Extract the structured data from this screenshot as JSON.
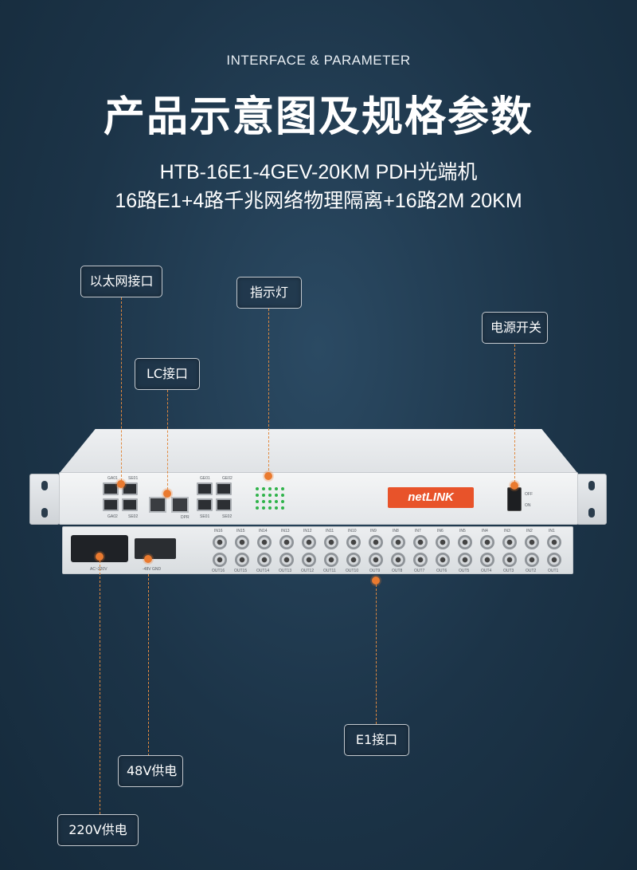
{
  "header": {
    "eyebrow": "INTERFACE & PARAMETER",
    "title": "产品示意图及规格参数",
    "model": "HTB-16E1-4GEV-20KM PDH光端机",
    "description": "16路E1+4路千兆网络物理隔离+16路2M 20KM"
  },
  "callouts": {
    "ethernet": "以太网接口",
    "indicator": "指示灯",
    "lc": "LC接口",
    "power_switch": "电源开关",
    "e1": "E1接口",
    "power_48v": "48V供电",
    "power_220v": "220V供电"
  },
  "device": {
    "brand": "netLINK",
    "front_labels": {
      "ga1": "GA01",
      "se01": "SE01",
      "ga2": "GA02",
      "se02": "SE02",
      "ge01": "GE01",
      "ge02": "GE02",
      "se1": "SE01",
      "se2": "SE02",
      "dpr": "DPR",
      "off": "OFF",
      "on": "ON"
    },
    "back_labels": {
      "ac": "AC~220V",
      "dc": "-48V GND",
      "in": [
        "IN16",
        "IN15",
        "IN14",
        "IN13",
        "IN12",
        "IN11",
        "IN10",
        "IN9",
        "IN8",
        "IN7",
        "IN6",
        "IN5",
        "IN4",
        "IN3",
        "IN2",
        "IN1"
      ],
      "out": [
        "OUT16",
        "OUT15",
        "OUT14",
        "OUT13",
        "OUT12",
        "OUT11",
        "OUT10",
        "OUT9",
        "OUT8",
        "OUT7",
        "OUT6",
        "OUT5",
        "OUT4",
        "OUT3",
        "OUT2",
        "OUT1"
      ]
    }
  },
  "colors": {
    "background": "#1c3448",
    "accent": "#ea7a2f",
    "brand": "#e8532a",
    "led": "#2fb34a"
  }
}
